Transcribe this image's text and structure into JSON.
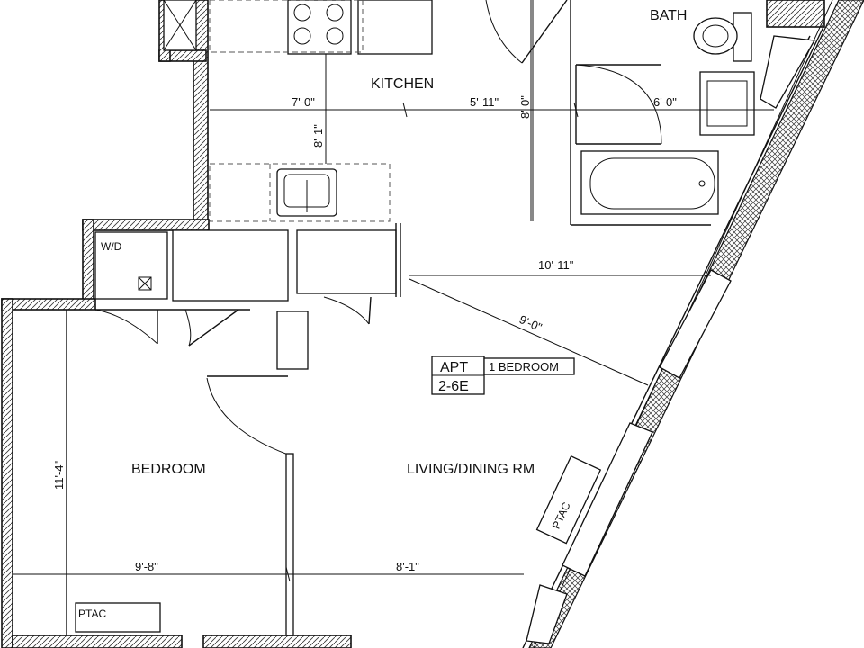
{
  "rooms": {
    "kitchen": "KITCHEN",
    "bath": "BATH",
    "bedroom": "BEDROOM",
    "living": "LIVING/DINING RM"
  },
  "apartment": {
    "label": "APT",
    "unit": "2-6E",
    "type": "1 BEDROOM"
  },
  "fixtures": {
    "washer_dryer": "W/D",
    "ptac": "PTAC"
  },
  "dimensions": {
    "kitchen_width": "7'-0\"",
    "kitchen_to_bath": "5'-11\"",
    "bath_width": "6'-0\"",
    "kitchen_height": "8'-1\"",
    "bath_height": "8'-0\"",
    "living_depth_upper": "10'-11\"",
    "diagonal": "9'-0\"",
    "bedroom_height": "11'-4\"",
    "bedroom_width": "9'-8\"",
    "living_width": "8'-1\""
  }
}
